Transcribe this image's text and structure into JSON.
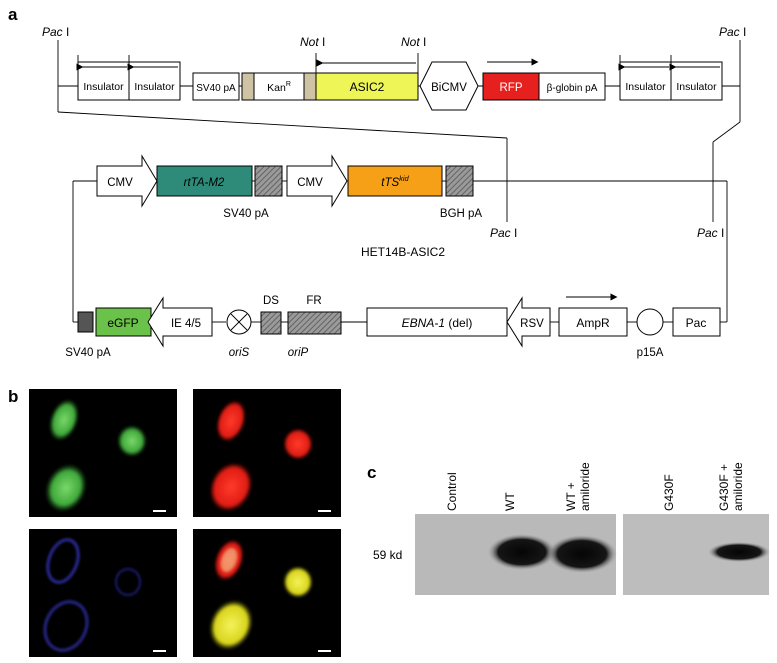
{
  "panels": {
    "a": "a",
    "b": "b",
    "c": "c"
  },
  "panel_a": {
    "pac_left": "Pac",
    "pac_right": "Pac",
    "pac_mid": "Pac",
    "pac_mid_right": "Pac",
    "pac_suffix": "I",
    "not_left": "Not",
    "not_right": "Not",
    "not_suffix": "I",
    "insert": {
      "insulator_1": "Insulator",
      "insulator_2": "Insulator",
      "sv40pa": "SV40 pA",
      "kan": "Kan",
      "kan_sup": "R",
      "asic2": "ASIC2",
      "bicmv": "BiCMV",
      "rfp": "RFP",
      "bglobin": "β-globin pA",
      "insulator_3": "Insulator",
      "insulator_4": "Insulator"
    },
    "vector": {
      "cmv1": "CMV",
      "rtta": "rtTA-M2",
      "sv40pa_top": "SV40 pA",
      "cmv2": "CMV",
      "tts": "tTS",
      "tts_sup": "kid",
      "bgh": "BGH pA",
      "name": "HET14B-ASIC2",
      "sv40pa_bottom": "SV40 pA",
      "egfp": "eGFP",
      "ie45": "IE 4/5",
      "oris": "oriS",
      "ds": "DS",
      "fr": "FR",
      "orip": "oriP",
      "ebna": "EBNA-1",
      "ebna_suffix": "(del)",
      "rsv": "RSV",
      "ampr": "AmpR",
      "p15a": "p15A",
      "pac": "Pac"
    },
    "colors": {
      "asic2": "#eef557",
      "rfp": "#e5201e",
      "rtta": "#2e8b7a",
      "tts": "#f5a016",
      "egfp": "#6bc24a",
      "kan_edge": "#cfc3a6",
      "hatch": "#777777"
    }
  },
  "panel_b": {
    "scale_bar": "scale bar",
    "tiles": [
      "green-fluorescence",
      "red-fluorescence",
      "blue-fluorescence",
      "merged"
    ]
  },
  "panel_c": {
    "lanes_left": [
      "Control",
      "WT",
      "WT +\namiloride"
    ],
    "lanes_right": [
      "G430F",
      "G430F +\namiloride"
    ],
    "marker": "59 kd"
  }
}
